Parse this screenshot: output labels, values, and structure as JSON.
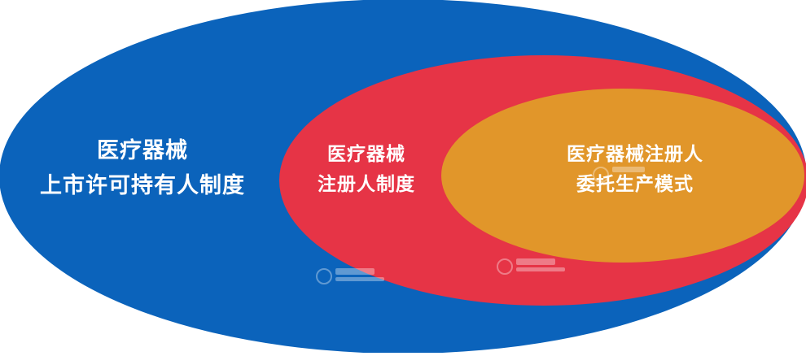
{
  "diagram": {
    "colors": {
      "outer": "#0b63bb",
      "middle": "#e63446",
      "inner": "#e1962a",
      "text": "#ffffff"
    },
    "sets": [
      {
        "id": "outer",
        "lines": [
          "医疗器械",
          "上市许可持有人制度"
        ]
      },
      {
        "id": "middle",
        "lines": [
          "医疗器械",
          "注册人制度"
        ]
      },
      {
        "id": "inner",
        "lines": [
          "医疗器械注册人",
          "委托生产模式"
        ]
      }
    ]
  }
}
